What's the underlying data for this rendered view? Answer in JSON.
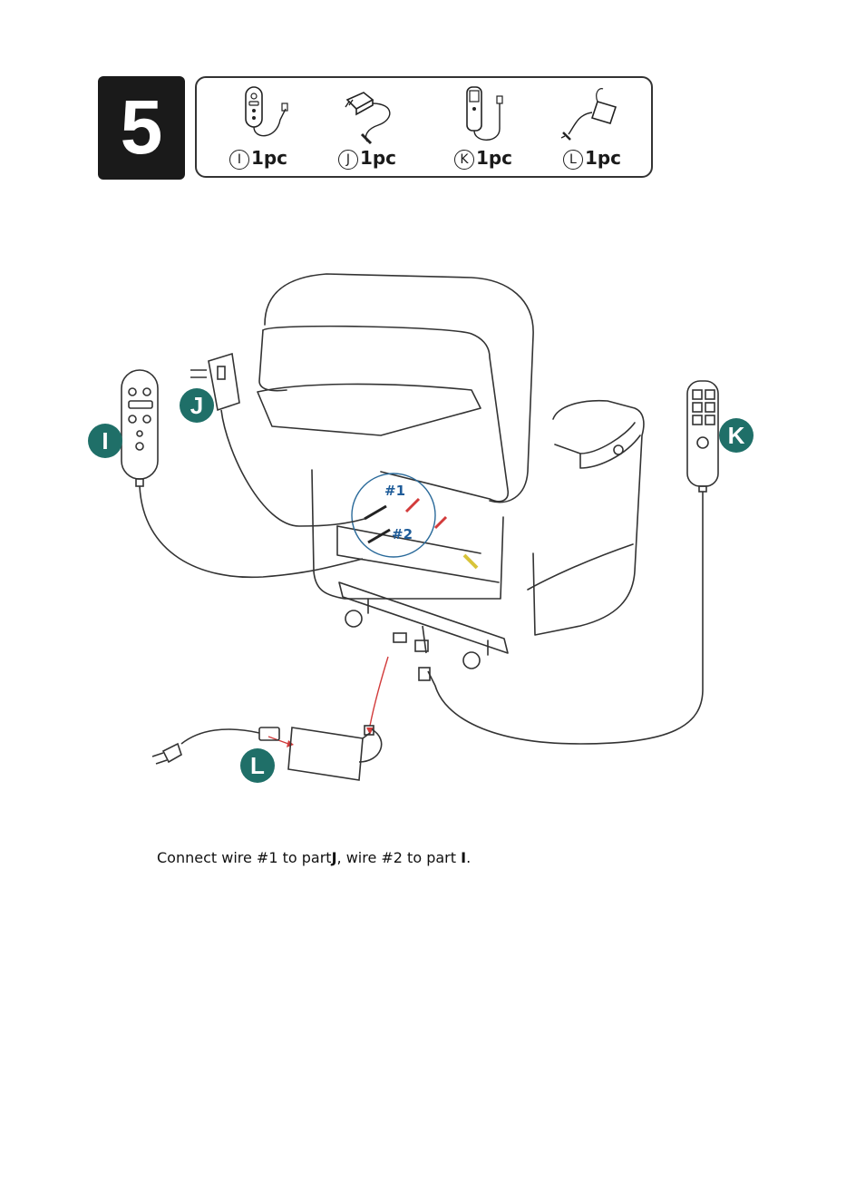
{
  "step": {
    "number": "5"
  },
  "parts": [
    {
      "letter": "I",
      "qty": "1pc",
      "icon": "hand-remote-icon"
    },
    {
      "letter": "J",
      "qty": "1pc",
      "icon": "power-adapter-icon"
    },
    {
      "letter": "K",
      "qty": "1pc",
      "icon": "control-remote-icon"
    },
    {
      "letter": "L",
      "qty": "1pc",
      "icon": "power-supply-icon"
    }
  ],
  "callouts": {
    "i": "I",
    "j": "J",
    "k": "K",
    "l": "L"
  },
  "wires": {
    "w1": "#1",
    "w2": "#2"
  },
  "instruction": {
    "p1": "Connect wire #1 to part",
    "j": "J",
    "p2": ", wire #2 to part",
    "i": "I",
    "p3": "."
  },
  "colors": {
    "accent": "#1f6f68",
    "wire_label": "#1f5c99",
    "arrow": "#d23b3b"
  }
}
